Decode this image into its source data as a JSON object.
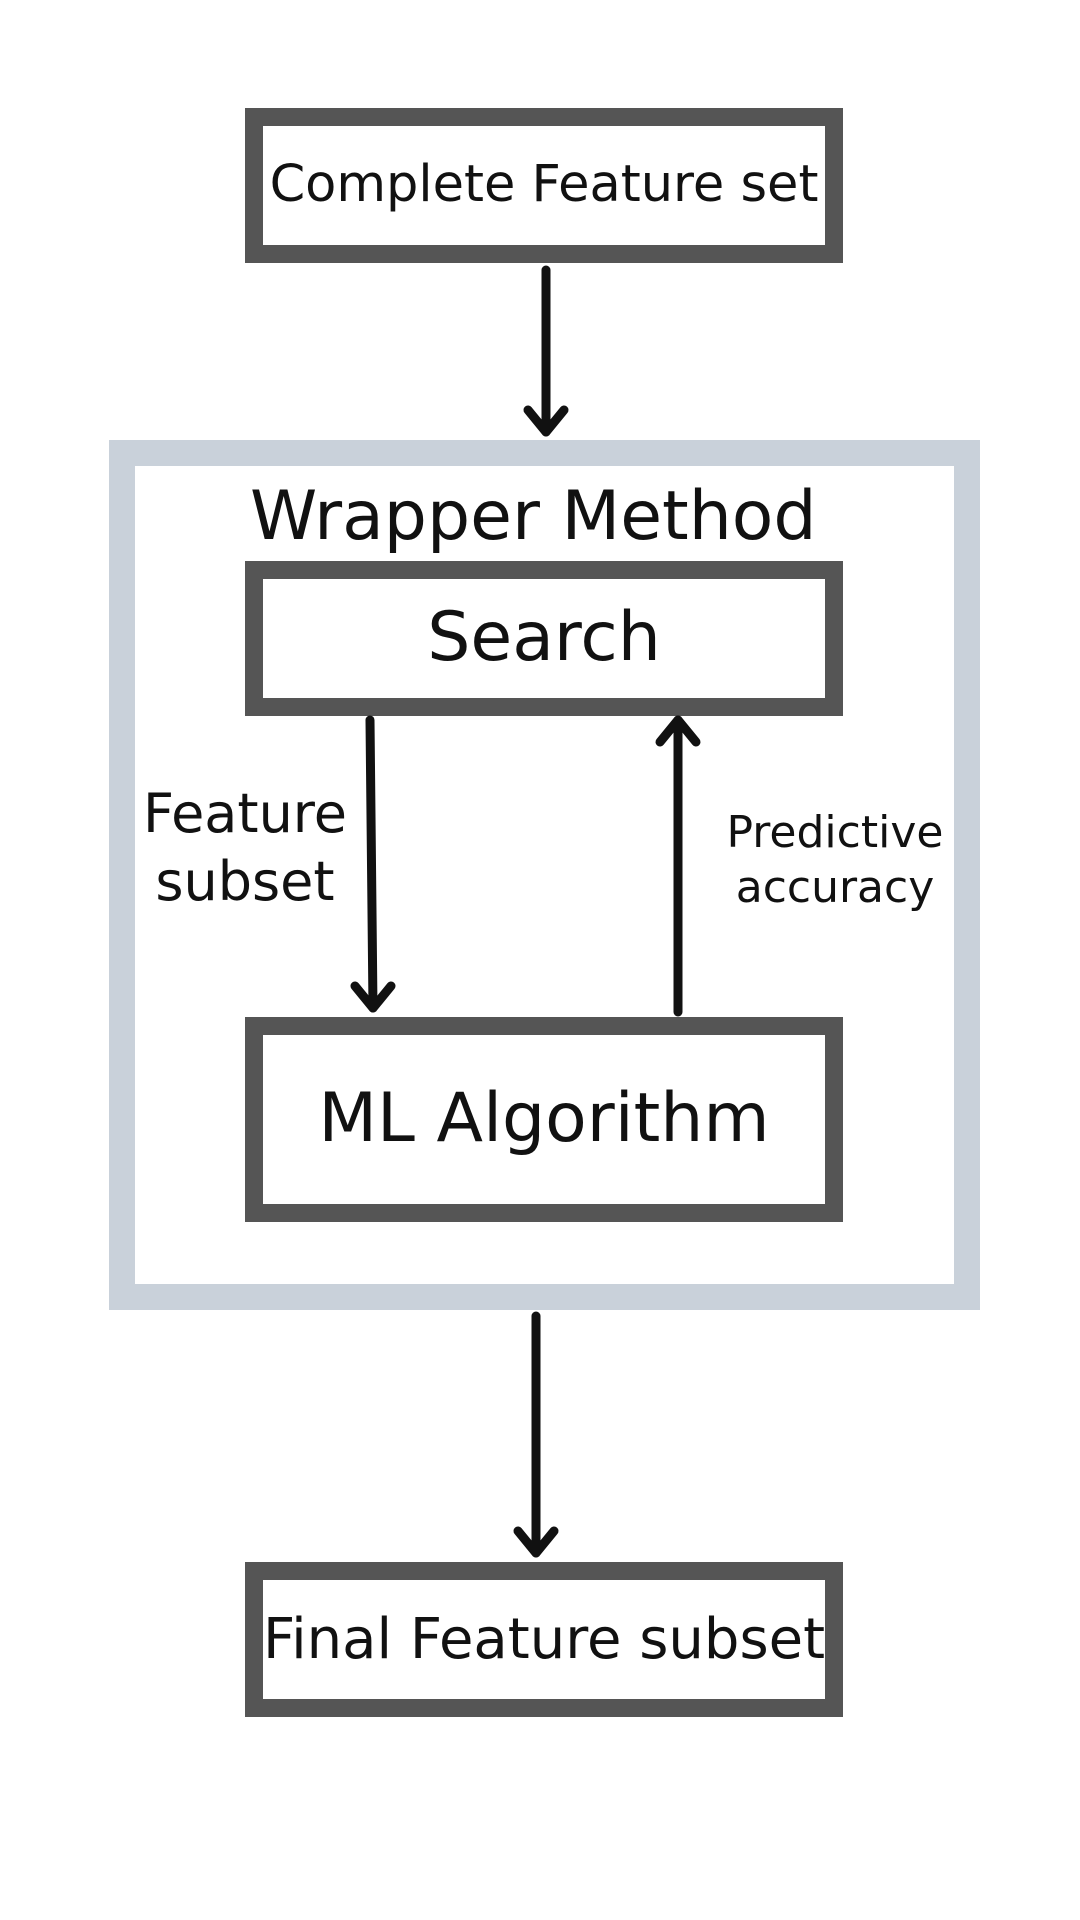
{
  "nodes": {
    "complete_feature_set": "Complete Feature set",
    "search": "Search",
    "ml_algorithm": "ML Algorithm",
    "final_feature_subset": "Final Feature subset"
  },
  "group": {
    "title": "Wrapper Method"
  },
  "edges": {
    "feature_subset_line1": "Feature",
    "feature_subset_line2": "subset",
    "predictive_accuracy_line1": "Predictive",
    "predictive_accuracy_line2": "accuracy"
  },
  "colors": {
    "box_border": "#555555",
    "group_border": "#c9d1da",
    "arrow": "#111111",
    "text": "#111111"
  }
}
